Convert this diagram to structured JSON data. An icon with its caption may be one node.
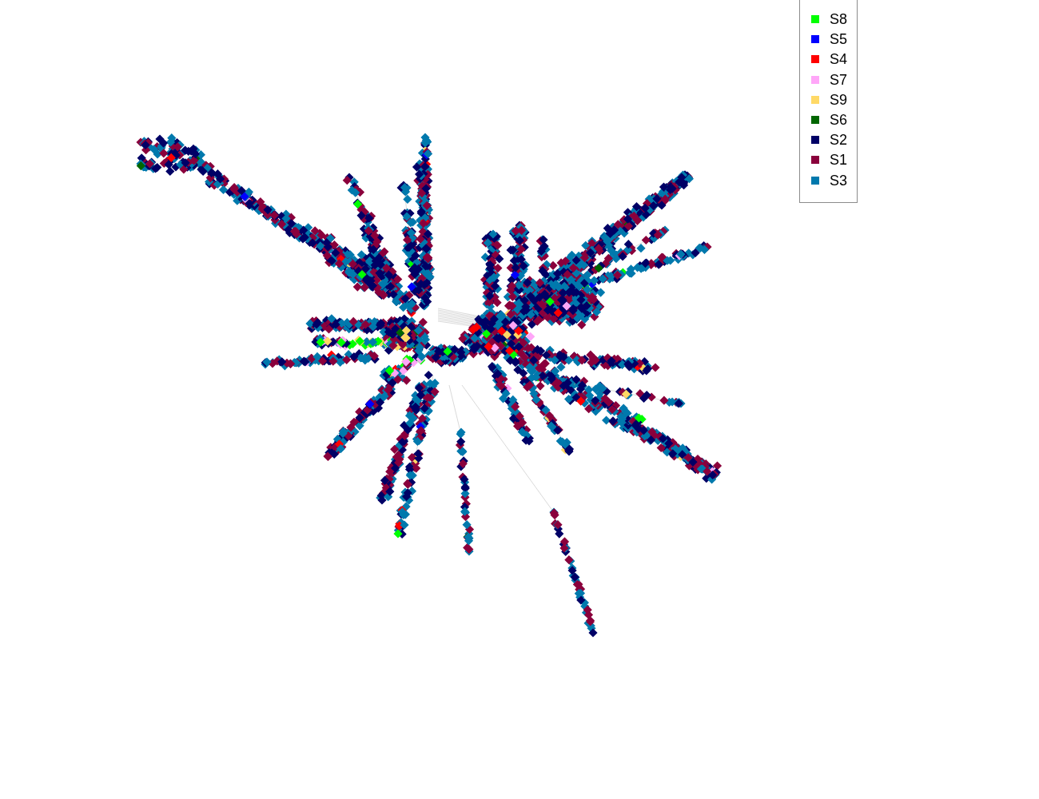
{
  "diagram": {
    "legend": [
      {
        "text": "S8",
        "color": "#00ff00"
      },
      {
        "text": "S5",
        "color": "#0000ff"
      },
      {
        "text": "S4",
        "color": "#ff0000"
      },
      {
        "text": "S7",
        "color": "#ffa6f8"
      },
      {
        "text": "S9",
        "color": "#ffd966"
      },
      {
        "text": "S6",
        "color": "#006600"
      },
      {
        "text": "S2",
        "color": "#000066"
      },
      {
        "text": "S1",
        "color": "#8a003c"
      },
      {
        "text": "S3",
        "color": "#0079ad"
      }
    ]
  }
}
